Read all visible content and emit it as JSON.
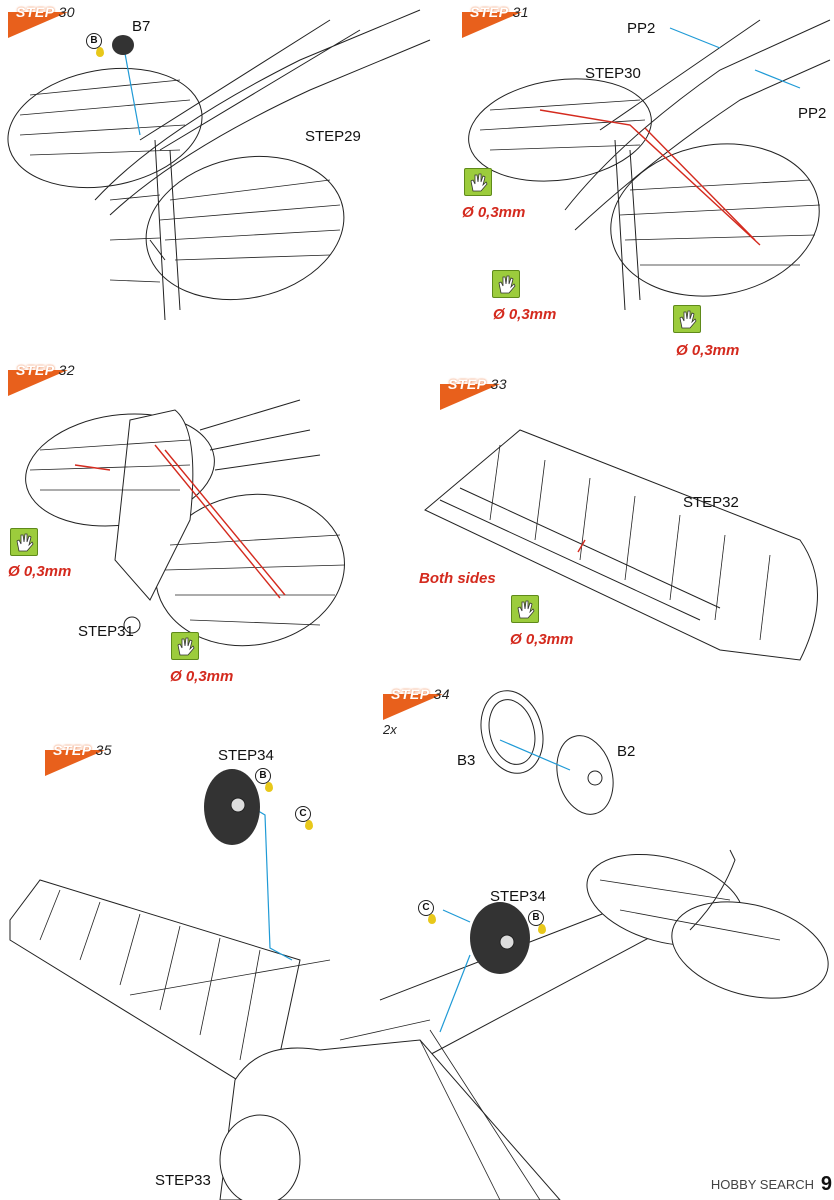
{
  "steps": {
    "s30": {
      "tag": "STEP",
      "num": "30"
    },
    "s31": {
      "tag": "STEP",
      "num": "31"
    },
    "s32": {
      "tag": "STEP",
      "num": "32"
    },
    "s33": {
      "tag": "STEP",
      "num": "33"
    },
    "s34": {
      "tag": "STEP",
      "num": "34",
      "qty": "2x"
    },
    "s35": {
      "tag": "STEP",
      "num": "35"
    }
  },
  "labels": {
    "b7": "B7",
    "step29": "STEP29",
    "pp2_top": "PP2",
    "pp2_right": "PP2",
    "step30": "STEP30",
    "step31": "STEP31",
    "step32": "STEP32",
    "b3": "B3",
    "b2": "B2",
    "step34_a": "STEP34",
    "step34_b": "STEP34",
    "step33": "STEP33"
  },
  "callouts": {
    "wire_1": "Ø 0,3mm",
    "wire_2": "Ø 0,3mm",
    "wire_3": "Ø 0,3mm",
    "wire_4": "Ø 0,3mm",
    "wire_5": "Ø 0,3mm",
    "wire_6": "Ø 0,3mm",
    "both_sides": "Both sides"
  },
  "badges": {
    "b": "B",
    "c": "C"
  },
  "footer": {
    "watermark": "HOBBY SEARCH",
    "page": "9"
  },
  "colors": {
    "step_tag": "#e8601c",
    "wire": "#d42a1e",
    "guide": "#1f9ad6",
    "hand": "#9ccc3c",
    "drop": "#e8c81a"
  }
}
